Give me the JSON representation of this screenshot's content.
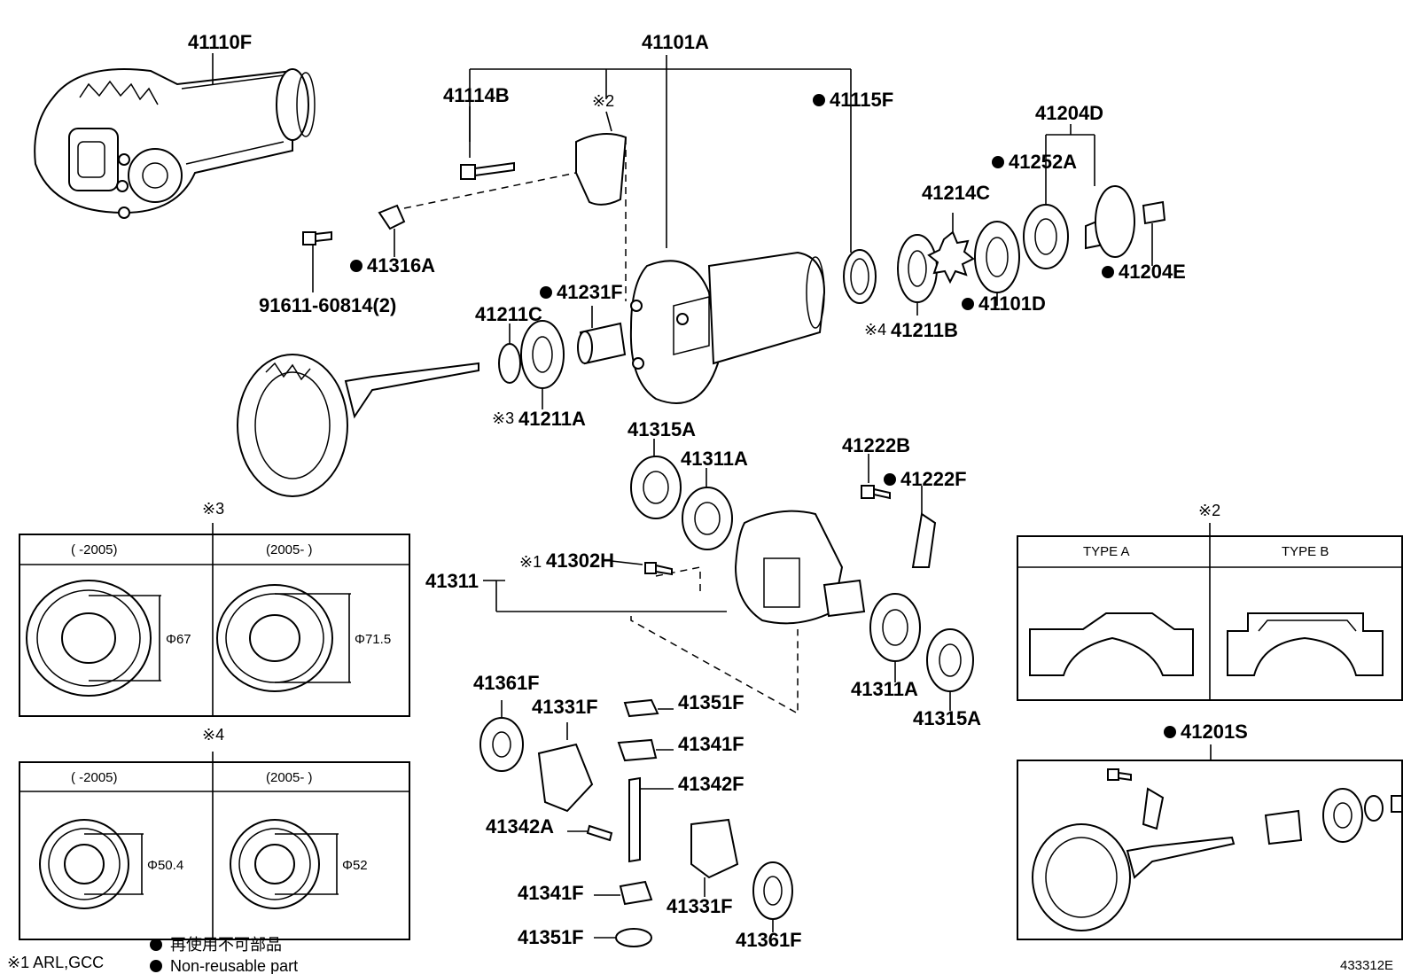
{
  "parts": {
    "p41110F": "41110F",
    "p41101A": "41101A",
    "p41114B": "41114B",
    "note2_top": "※2",
    "p41115F": "41115F",
    "p41204D": "41204D",
    "p41252A": "41252A",
    "p41214C": "41214C",
    "p41204E": "41204E",
    "p41101D": "41101D",
    "p41211B": "41211B",
    "p41211B_mark": "※4",
    "p41316A": "41316A",
    "p91611": "91611-60814(2)",
    "p41231F": "41231F",
    "p41211C": "41211C",
    "p41211A": "41211A",
    "p41211A_mark": "※3",
    "p41315A_top": "41315A",
    "p41311A_top": "41311A",
    "p41222B": "41222B",
    "p41222F": "41222F",
    "p41302H": "41302H",
    "p41302H_mark": "※1",
    "p41311": "41311",
    "p41311A_bot": "41311A",
    "p41315A_bot": "41315A",
    "p41361F_top": "41361F",
    "p41331F_top": "41331F",
    "p41351F_top": "41351F",
    "p41341F_top": "41341F",
    "p41342F": "41342F",
    "p41342A": "41342A",
    "p41341F_bot": "41341F",
    "p41331F_bot": "41331F",
    "p41351F_bot": "41351F",
    "p41361F_bot": "41361F",
    "p41201S": "41201S"
  },
  "note3": {
    "mark": "※3",
    "col_left": "(      -2005)",
    "col_right": "(2005-      )",
    "dim_left": "Φ67",
    "dim_right": "Φ71.5"
  },
  "note4": {
    "mark": "※4",
    "col_left": "(      -2005)",
    "col_right": "(2005-      )",
    "dim_left": "Φ50.4",
    "dim_right": "Φ52"
  },
  "note2_box": {
    "mark": "※2",
    "type_a": "TYPE A",
    "type_b": "TYPE B"
  },
  "legend": {
    "note1": "※1 ARL,GCC",
    "jp": "再使用不可部品",
    "en": "Non-reusable part"
  },
  "diagram_id": "433312E"
}
